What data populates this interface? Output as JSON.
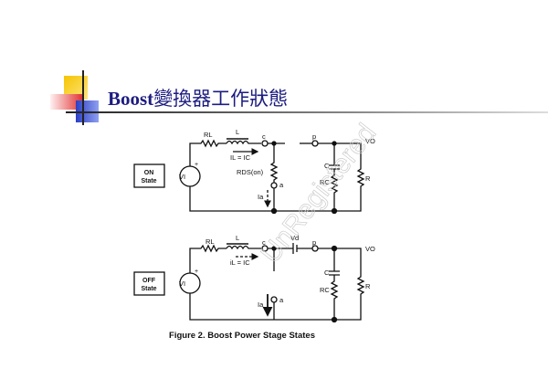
{
  "slide": {
    "title_latin": "Boost",
    "title_cjk": "變換器工作狀態",
    "watermark": "UnRegistered"
  },
  "on_circuit": {
    "state_line1": "ON",
    "state_line2": "State",
    "vi": "VI",
    "rl": "RL",
    "l": "L",
    "node_c": "c",
    "current": "IL = IC",
    "rds": "RDS(on)",
    "node_a": "a",
    "ia": "Ia",
    "node_p": "p",
    "vo": "VO",
    "cap": "C",
    "rc": "RC",
    "r": "R"
  },
  "off_circuit": {
    "state_line1": "OFF",
    "state_line2": "State",
    "vi": "VI",
    "rl": "RL",
    "l": "L",
    "node_c": "c",
    "current": "iL = IC",
    "vd": "Vd",
    "node_a": "a",
    "ia": "Ia",
    "node_p": "p",
    "vo": "VO",
    "cap": "C",
    "rc": "RC",
    "r": "R"
  },
  "caption": "Figure 2.  Boost Power Stage States",
  "colors": {
    "title": "#1c1c80",
    "yellow": "#f5c400",
    "red": "#e03030",
    "blue": "#2b3fc4"
  }
}
